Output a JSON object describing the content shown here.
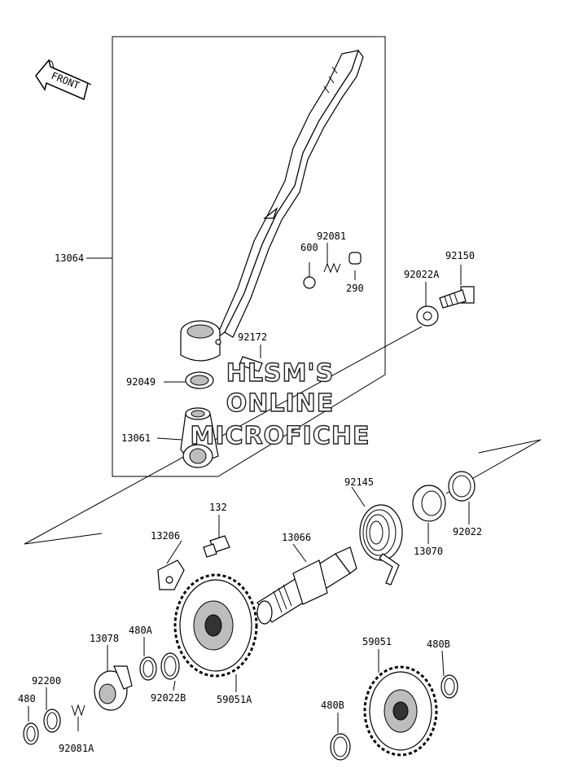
{
  "direction_arrow": {
    "label": "FRONT"
  },
  "watermark": {
    "line1": "HLSM'S",
    "line2": "ONLINE",
    "line3": "MICROFICHE"
  },
  "parts": [
    {
      "id": "p13064",
      "label": "13064",
      "name": "kick-pedal"
    },
    {
      "id": "p92081",
      "label": "92081",
      "name": "spring"
    },
    {
      "id": "p600",
      "label": "600",
      "name": "ball"
    },
    {
      "id": "p290",
      "label": "290",
      "name": "cap"
    },
    {
      "id": "p92150",
      "label": "92150",
      "name": "bolt"
    },
    {
      "id": "p92022A",
      "label": "92022A",
      "name": "washer"
    },
    {
      "id": "p92172",
      "label": "92172",
      "name": "screw"
    },
    {
      "id": "p92049",
      "label": "92049",
      "name": "oil-seal"
    },
    {
      "id": "p13061",
      "label": "13061",
      "name": "pedal-boss"
    },
    {
      "id": "p92145",
      "label": "92145",
      "name": "kick-spring"
    },
    {
      "id": "p13070",
      "label": "13070",
      "name": "spring-guide"
    },
    {
      "id": "p92022",
      "label": "92022",
      "name": "washer"
    },
    {
      "id": "p132",
      "label": "132",
      "name": "bolt"
    },
    {
      "id": "p13206",
      "label": "13206",
      "name": "stopper-plate"
    },
    {
      "id": "p13066",
      "label": "13066",
      "name": "kick-shaft"
    },
    {
      "id": "p13078",
      "label": "13078",
      "name": "ratchet"
    },
    {
      "id": "p480A",
      "label": "480A",
      "name": "circlip"
    },
    {
      "id": "p92022B",
      "label": "92022B",
      "name": "washer"
    },
    {
      "id": "p59051A",
      "label": "59051A",
      "name": "kick-gear"
    },
    {
      "id": "p59051",
      "label": "59051",
      "name": "idle-gear"
    },
    {
      "id": "p480B_1",
      "label": "480B",
      "name": "circlip"
    },
    {
      "id": "p480B_2",
      "label": "480B",
      "name": "circlip"
    },
    {
      "id": "p92200",
      "label": "92200",
      "name": "washer"
    },
    {
      "id": "p480",
      "label": "480",
      "name": "circlip"
    },
    {
      "id": "p92081A",
      "label": "92081A",
      "name": "spring"
    }
  ]
}
